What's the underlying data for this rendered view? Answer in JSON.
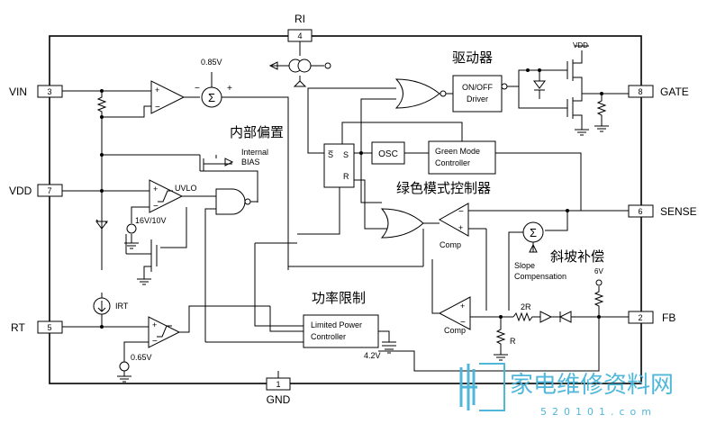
{
  "pins": {
    "ri": {
      "name": "RI",
      "number": "4"
    },
    "vin": {
      "name": "VIN",
      "number": "3"
    },
    "vdd": {
      "name": "VDD",
      "number": "7"
    },
    "rt": {
      "name": "RT",
      "number": "5"
    },
    "gnd": {
      "name": "GND",
      "number": "1"
    },
    "gate": {
      "name": "GATE",
      "number": "8"
    },
    "sense": {
      "name": "SENSE",
      "number": "6"
    },
    "fb": {
      "name": "FB",
      "number": "2"
    }
  },
  "labels": {
    "v085": "0.85V",
    "vdd_small": "VDD",
    "on_off_1": "ON/OFF",
    "on_off_2": "Driver",
    "internal_1": "Internal",
    "internal_2": "BIAS",
    "uvlo": "UVLO",
    "v16_10": "16V/10V",
    "irt": "IRT",
    "v065": "0.65V",
    "osc": "OSC",
    "green_1": "Green Mode",
    "green_2": "Controller",
    "comp1": "Comp",
    "comp2": "Comp",
    "slope_1": "Slope",
    "slope_2": "Compensation",
    "lpc_1": "Limited Power",
    "lpc_2": "Controller",
    "v42": "4.2V",
    "r2r": "2R",
    "r": "R",
    "v6": "6V",
    "ff_s_bar": "S̅",
    "ff_s": "S",
    "ff_r": "R",
    "op_plus": "+",
    "op_minus": "−",
    "sum_sign": "Σ"
  },
  "annotations_cn": {
    "driver": "驱动器",
    "bias": "内部偏置",
    "green": "绿色模式控制器",
    "slope": "斜坡补偿",
    "power_limit": "功率限制"
  },
  "watermark": {
    "brand_cn": "家电维修资料网",
    "site": "520101.com"
  },
  "colors": {
    "line": "#000000",
    "watermark": "#48b4d8"
  }
}
